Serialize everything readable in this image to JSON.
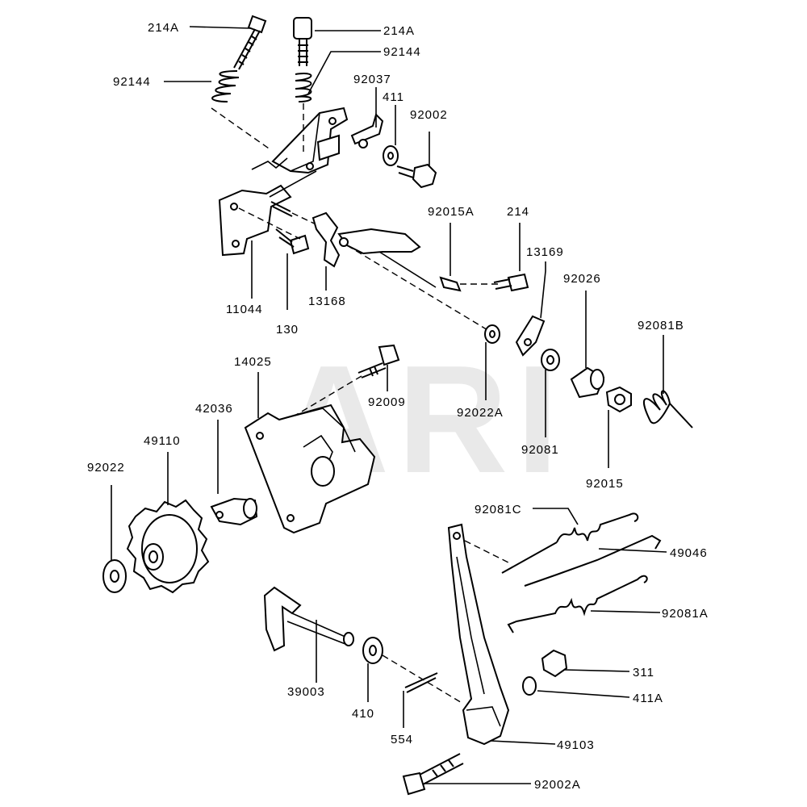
{
  "watermark": "ARI",
  "labels": {
    "p214A_1": "214A",
    "p214A_2": "214A",
    "p92144_1": "92144",
    "p92144_2": "92144",
    "p92037": "92037",
    "p411": "411",
    "p92002": "92002",
    "p92015A": "92015A",
    "p214": "214",
    "p13169": "13169",
    "p11044": "11044",
    "p130": "130",
    "p13168": "13168",
    "p92026": "92026",
    "p92081B": "92081B",
    "p14025": "14025",
    "p92009": "92009",
    "p92022A": "92022A",
    "p92081": "92081",
    "p92015": "92015",
    "p42036": "42036",
    "p49110": "49110",
    "p92022": "92022",
    "p92081C": "92081C",
    "p49046": "49046",
    "p92081A": "92081A",
    "p311": "311",
    "p411A": "411A",
    "p39003": "39003",
    "p410": "410",
    "p554": "554",
    "p49103": "49103",
    "p92002A": "92002A"
  }
}
